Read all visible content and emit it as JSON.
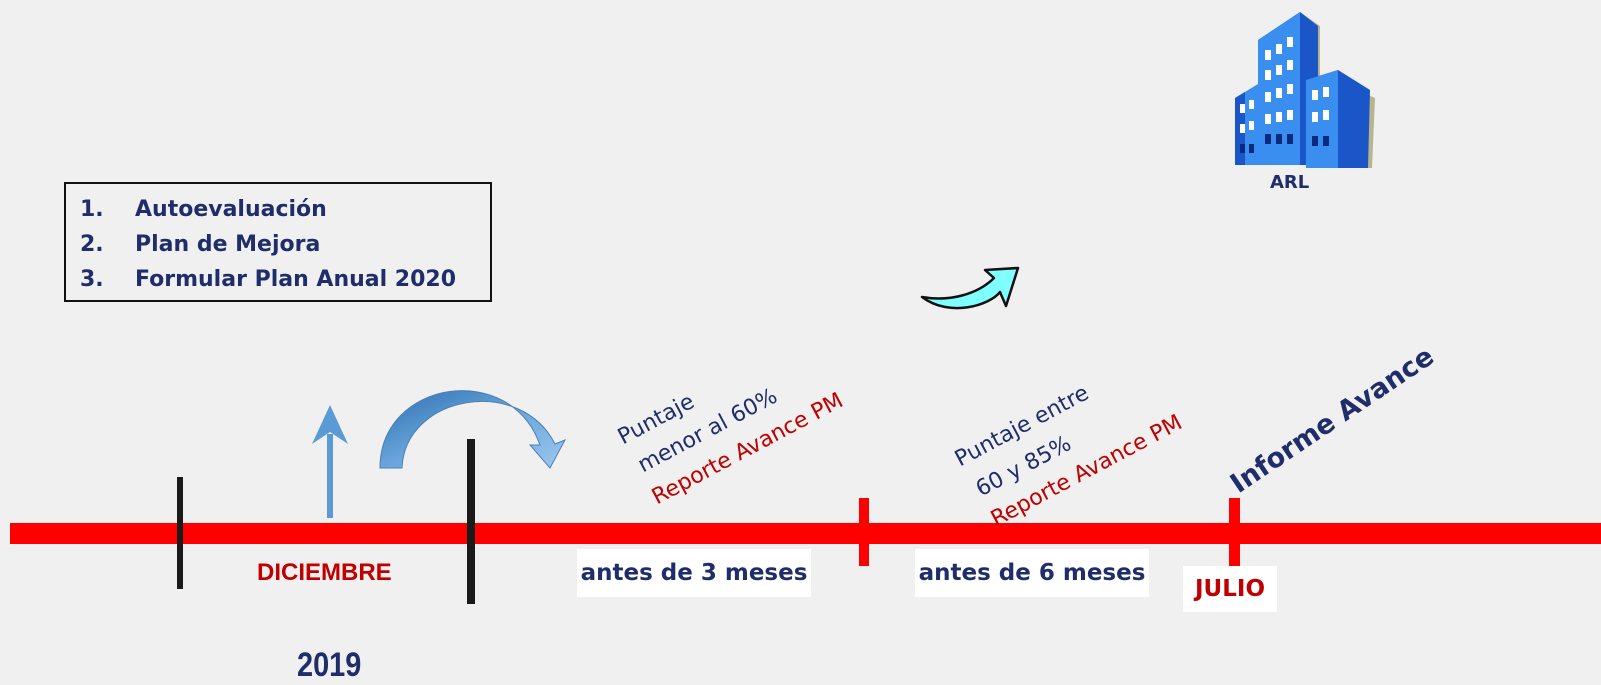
{
  "steps": [
    {
      "num": "1.",
      "text": "Autoevaluación"
    },
    {
      "num": "2.",
      "text": "Plan de Mejora"
    },
    {
      "num": "3.",
      "text": "Formular Plan Anual 2020"
    }
  ],
  "arl": {
    "label": "ARL",
    "icon": "building-icon"
  },
  "timeline": {
    "month_start": "DICIEMBRE",
    "year": "2019",
    "period_1": "antes de 3 meses",
    "period_2": "antes de 6 meses",
    "month_end": "JULIO"
  },
  "note_1": {
    "line1": "Puntaje",
    "line2": "menor al 60%",
    "report": "Reporte Avance PM"
  },
  "note_2": {
    "line1": "Puntaje entre",
    "line2": "60 y 85%",
    "report": "Reporte Avance PM"
  },
  "final_report": "Informe Avance",
  "colors": {
    "timeline": "#ff0000",
    "text_blue": "#1f2d6b",
    "text_red": "#c00000",
    "arrow_blue": "#5b9bd5",
    "arrow_cyan": "#7fffff"
  }
}
